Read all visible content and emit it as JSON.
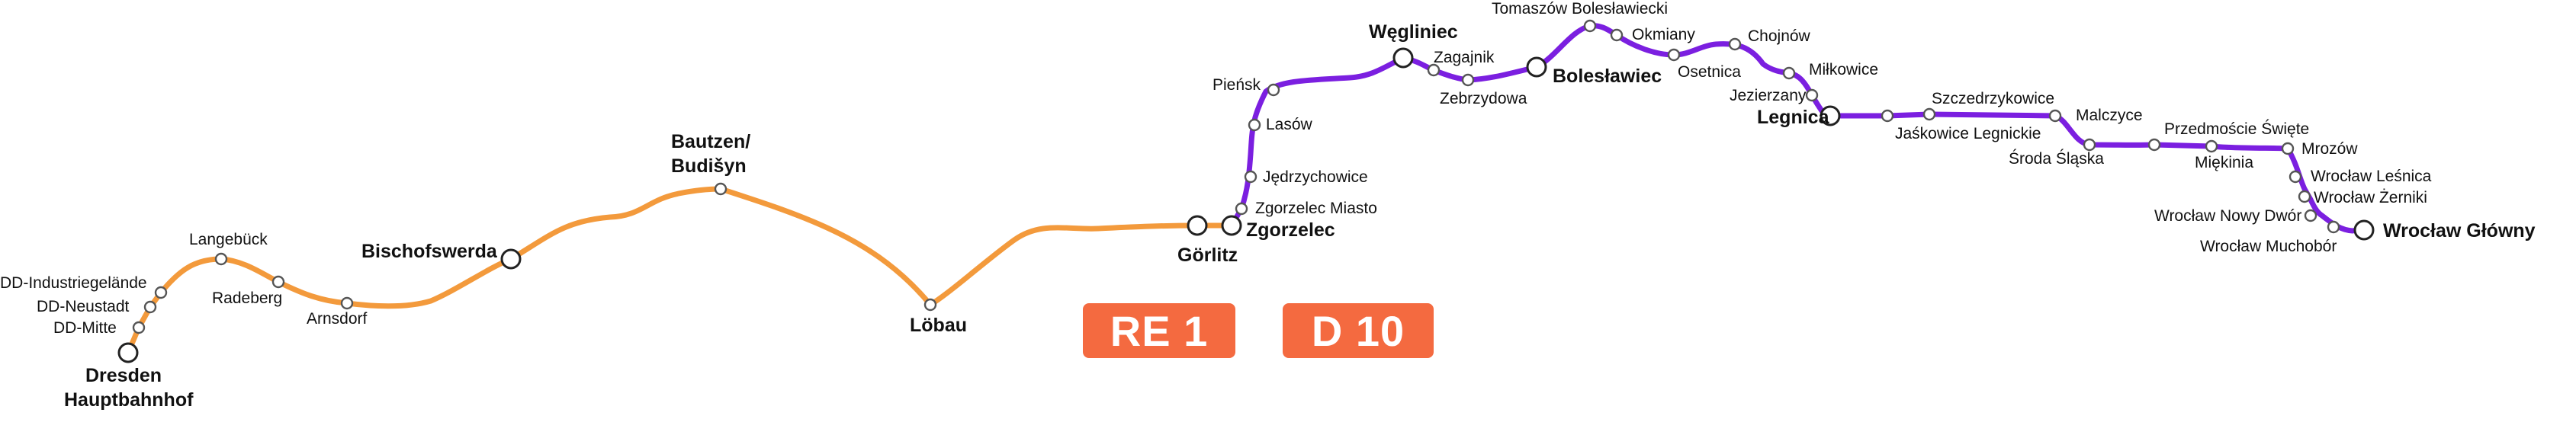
{
  "lines": [
    {
      "name": "RE 1",
      "color": "#f39a3c",
      "badge_color": "#f46a40"
    },
    {
      "name": "D 10",
      "color": "#7b1fe0",
      "badge_color": "#f46a40"
    }
  ],
  "stations": {
    "dresden_hbf": {
      "line1": "Dresden",
      "line2": "Hauptbahnhof"
    },
    "dd_mitte": "DD-Mitte",
    "dd_neustadt": "DD-Neustadt",
    "dd_industriegelaende": "DD-Industriegelände",
    "langebueck": "Langebück",
    "radeberg": "Radeberg",
    "arnsdorf": "Arnsdorf",
    "bischofswerda": "Bischofswerda",
    "bautzen": {
      "line1": "Bautzen/",
      "line2": "Budišyn"
    },
    "loebau": "Löbau",
    "goerlitz": "Görlitz",
    "zgorzelec": "Zgorzelec",
    "zgorzelec_miasto": "Zgorzelec Miasto",
    "jedrzychowice": "Jędrzychowice",
    "lasow": "Lasów",
    "piensk": "Pieńsk",
    "wegliniec": "Węgliniec",
    "zagajnik": "Zagajnik",
    "zebrzydowa": "Zebrzydowa",
    "boleslawiec": "Bolesławiec",
    "tomaszow": "Tomaszów Bolesławiecki",
    "okmiany": "Okmiany",
    "osetnica": "Osetnica",
    "chojnow": "Chojnów",
    "milkowice": "Miłkowice",
    "jezierzany": "Jezierzany",
    "legnica": "Legnica",
    "jaskowice": "Jaśkowice Legnickie",
    "szczedrzykowice": "Szczedrzykowice",
    "malczyce": "Malczyce",
    "sroda": "Środa Śląska",
    "przedmoscie": "Przedmoście Święte",
    "miekinia": "Miękinia",
    "mrozow": "Mrozów",
    "lesnica": "Wrocław Leśnica",
    "zerniki": "Wrocław Żerniki",
    "nowy_dwor": "Wrocław Nowy Dwór",
    "muchobor": "Wrocław Muchobór",
    "wroclaw_glowny": "Wrocław Główny"
  }
}
